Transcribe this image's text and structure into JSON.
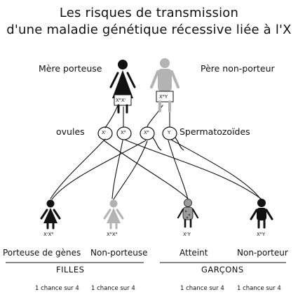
{
  "title": {
    "line1": "Les risques de transmission",
    "line2": "d'une maladie génétique récessive liée à l'X"
  },
  "parents": {
    "mother_label": "Mère porteuse",
    "father_label": "Père non-porteur",
    "mother_genotype": "XᴿXʳ",
    "father_genotype": "XᴿY"
  },
  "gametes": {
    "ovules_label": "ovules",
    "sperm_label": "Spermatozoïdes",
    "cells": [
      "Xʳ",
      "Xᴿ",
      "Xᴿ",
      "Y"
    ]
  },
  "children": [
    {
      "label": "Porteuse de gènes",
      "genotype": "XʳXᴿ",
      "chance": "1 chance sur 4"
    },
    {
      "label": "Non-porteuse",
      "genotype": "XᴿXᴿ",
      "chance": "1 chance sur 4"
    },
    {
      "label": "Atteint",
      "genotype": "XʳY",
      "chance": "1 chance sur 4"
    },
    {
      "label": "Non-porteur",
      "genotype": "XᴿY",
      "chance": "1 chance sur 4"
    }
  ],
  "groups": {
    "girls": "FILLES",
    "boys": "GARÇONS"
  },
  "colors": {
    "ink": "#111111",
    "grey_figure": "#b3b3b3",
    "mottled_figure": "#9a9a9a"
  }
}
